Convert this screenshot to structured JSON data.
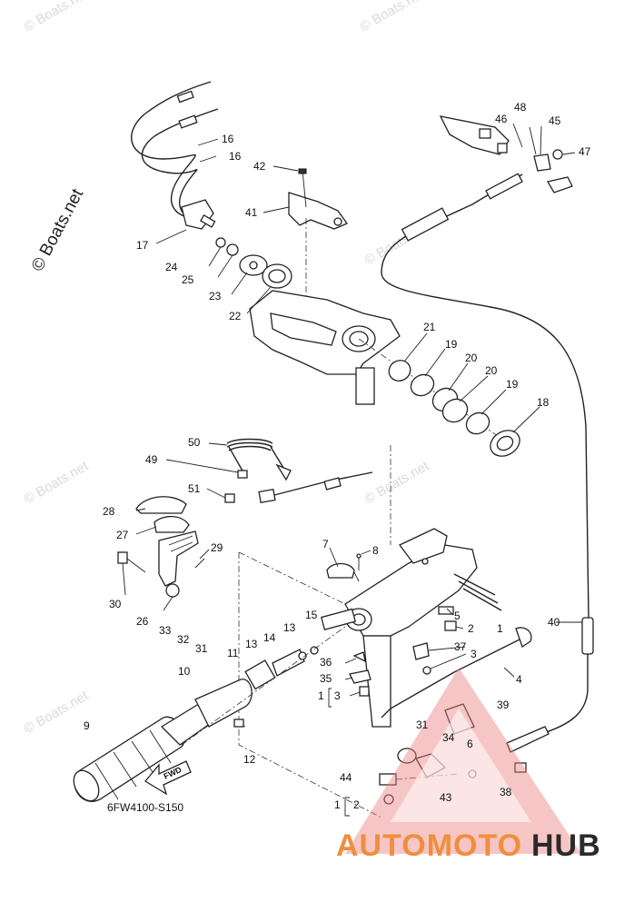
{
  "watermark": "© Boats.net",
  "diagram_code": "6FW4100-S150",
  "fwd_label": "FWD",
  "brand": {
    "part1": "AUTOMOTO",
    "part2": "HUB",
    "accent_color": "#e23a3a",
    "auto_color": "#f08e3e"
  },
  "callouts": {
    "c1a": "1",
    "c1b": "1",
    "c1c": "1",
    "c2a": "2",
    "c2b": "2",
    "c3a": "3",
    "c3b": "3",
    "c4": "4",
    "c5": "5",
    "c6": "6",
    "c7": "7",
    "c8": "8",
    "c9": "9",
    "c10": "10",
    "c11": "11",
    "c12": "12",
    "c13a": "13",
    "c13b": "13",
    "c14": "14",
    "c15": "15",
    "c16a": "16",
    "c16b": "16",
    "c17": "17",
    "c18": "18",
    "c19a": "19",
    "c19b": "19",
    "c20a": "20",
    "c20b": "20",
    "c21": "21",
    "c22": "22",
    "c23": "23",
    "c24": "24",
    "c25": "25",
    "c26": "26",
    "c27": "27",
    "c28": "28",
    "c29": "29",
    "c30": "30",
    "c31a": "31",
    "c31b": "31",
    "c32": "32",
    "c33": "33",
    "c34": "34",
    "c35": "35",
    "c36": "36",
    "c37": "37",
    "c38": "38",
    "c39": "39",
    "c40": "40",
    "c41": "41",
    "c42": "42",
    "c43": "43",
    "c44": "44",
    "c45": "45",
    "c46": "46",
    "c47": "47",
    "c48": "48",
    "c49": "49",
    "c50": "50",
    "c51": "51"
  }
}
